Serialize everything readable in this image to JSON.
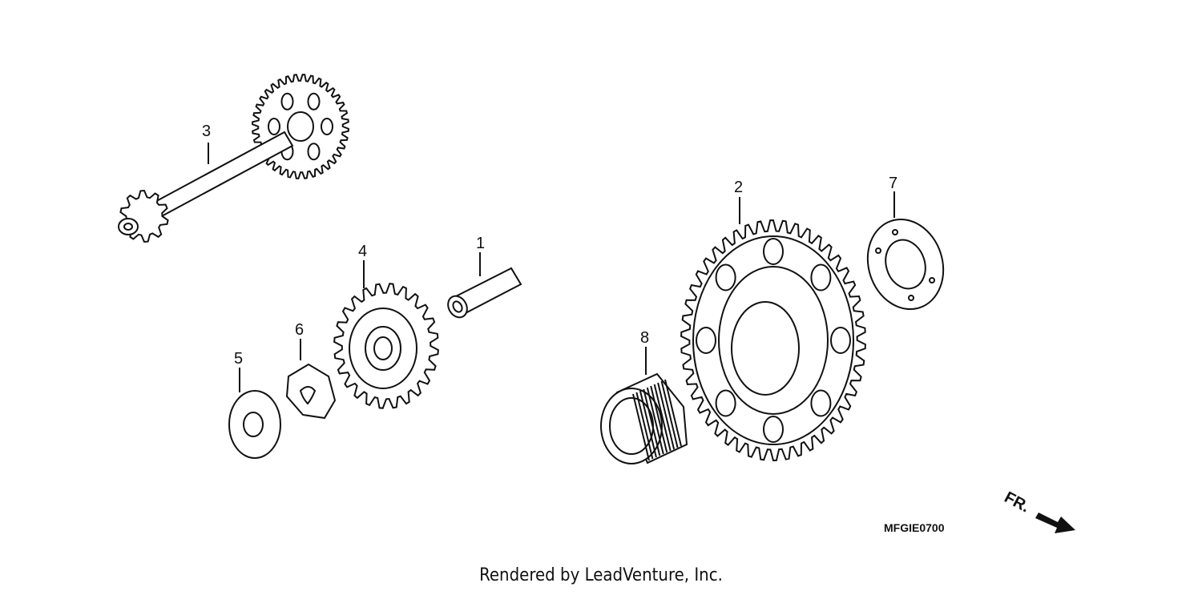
{
  "parts": [
    {
      "id": "part-1",
      "label": "1"
    },
    {
      "id": "part-2",
      "label": "2"
    },
    {
      "id": "part-3",
      "label": "3"
    },
    {
      "id": "part-4",
      "label": "4"
    },
    {
      "id": "part-5",
      "label": "5"
    },
    {
      "id": "part-6",
      "label": "6"
    },
    {
      "id": "part-7",
      "label": "7"
    },
    {
      "id": "part-8",
      "label": "8"
    }
  ],
  "diagram_code": "MFGIE0700",
  "direction_label": "FR.",
  "footer": "Rendered by LeadVenture, Inc."
}
